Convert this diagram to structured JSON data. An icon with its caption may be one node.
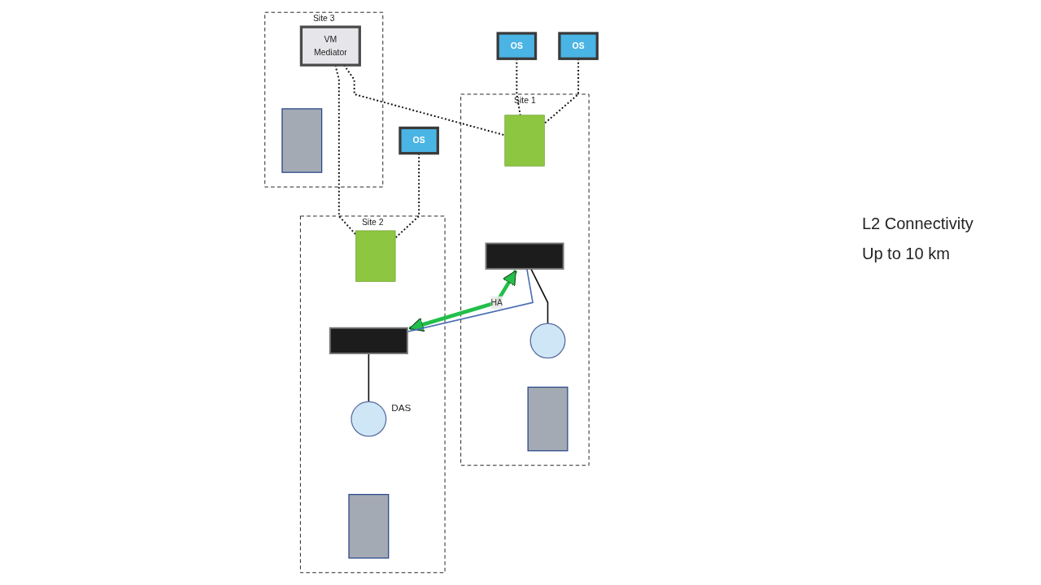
{
  "diagram": {
    "nodes": [
      {
        "text": [
          "OS"
        ]
      },
      {
        "text": [
          "OS"
        ]
      },
      {
        "text": [
          "Site 1"
        ]
      },
      {
        "text": [],
        "shape": "box",
        "in": 2
      },
      {
        "text": [],
        "shape": "box",
        "in": 2
      },
      {
        "text": [],
        "shape": "circle",
        "in": 2
      },
      {
        "text": [],
        "shape": "box",
        "in": 2
      },
      {
        "text": [
          "Site 3"
        ]
      },
      {
        "text": [
          "VM",
          "Mediator"
        ],
        "in": 7
      },
      {
        "text": [],
        "shape": "box",
        "in": 7
      },
      {
        "text": [
          "OS"
        ]
      },
      {
        "text": [
          "Site 2"
        ]
      },
      {
        "text": [],
        "shape": "box",
        "in": 11
      },
      {
        "text": [],
        "shape": "box",
        "in": 11
      },
      {
        "text": [],
        "shape": "circle",
        "in": 11,
        "beside": [
          "DAS"
        ]
      },
      {
        "text": [],
        "shape": "box",
        "in": 11
      }
    ],
    "edges": [
      {
        "from": 0,
        "to": 3,
        "arrow": "none",
        "style": "dashed"
      },
      {
        "from": 1,
        "to": 3,
        "arrow": "none",
        "style": "dashed"
      },
      {
        "from": 8,
        "to": 3,
        "arrow": "none",
        "style": "dashed"
      },
      {
        "from": 8,
        "to": 12,
        "arrow": "none",
        "style": "dashed"
      },
      {
        "from": 10,
        "to": 12,
        "arrow": "none",
        "style": "dashed"
      },
      {
        "from": 4,
        "to": 13,
        "arrow": "both",
        "label": "HA",
        "style": "thick",
        "color": "#22bf4a"
      },
      {
        "from": 4,
        "to": 13,
        "arrow": "none",
        "color": "#4a6db3"
      },
      {
        "from": 4,
        "to": 5,
        "arrow": "none"
      },
      {
        "from": 13,
        "to": 14,
        "arrow": "none"
      }
    ],
    "labels": [
      "L2 Connectivity",
      "Up to 10 km"
    ]
  }
}
